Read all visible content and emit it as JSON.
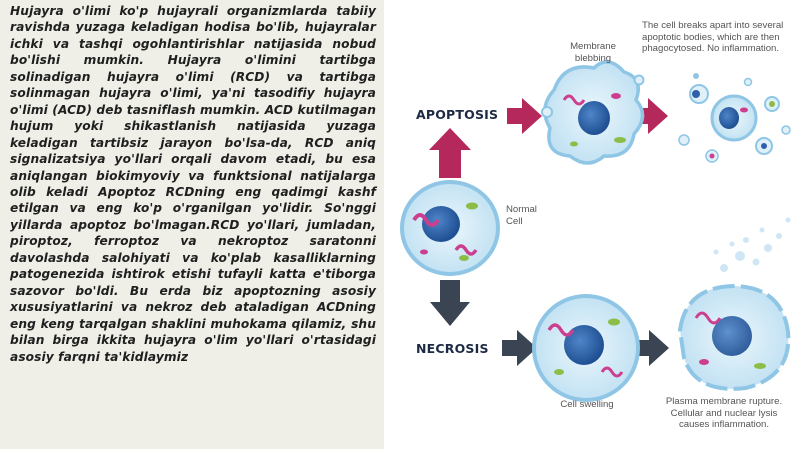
{
  "paragraph": {
    "text": "Hujayra o'limi ko'p hujayrali organizmlarda tabiiy ravishda yuzaga keladigan hodisa bo'lib, hujayralar ichki va tashqi ogohlantirishlar natijasida nobud bo'lishi mumkin. Hujayra o'limini tartibga solinadigan hujayra o'limi (RCD) va tartibga solinmagan hujayra o'limi, ya'ni tasodifiy hujayra o'limi (ACD) deb tasniflash mumkin. ACD kutilmagan hujum yoki shikastlanish natijasida yuzaga keladigan tartibsiz jarayon bo'lsa-da, RCD aniq signalizatsiya yo'llari orqali davom etadi, bu esa aniqlangan biokimyoviy va funktsional natijalarga olib keladi Apoptoz RCDning eng qadimgi kashf etilgan va eng ko'p o'rganilgan yo'lidir. So'nggi yillarda apoptoz bo'lmagan.RCD yo'llari, jumladan, piroptoz, ferroptoz va nekroptoz saratonni davolashda salohiyati va ko'plab kasalliklarning patogenezida ishtirok etishi tufayli katta e'tiborga sazovor bo'ldi. Bu erda biz apoptozning asosiy xususiyatlarini va nekroz deb ataladigan ACDning eng keng tarqalgan shaklini muhokama qilamiz, shu bilan birga ikkita hujayra o'lim yo'llari o'rtasidagi asosiy farqni ta'kidlaymiz"
  },
  "diagram": {
    "apoptosis_label": "APOPTOSIS",
    "necrosis_label": "NECROSIS",
    "membrane_blebbing_line1": "Membrane",
    "membrane_blebbing_line2": "blebbing",
    "normal_cell_line1": "Normal",
    "normal_cell_line2": "Cell",
    "apoptotic_bodies_line1": "The cell breaks apart into several",
    "apoptotic_bodies_line2": "apoptotic bodies, which are then",
    "apoptotic_bodies_line3": "phagocytosed. No inflammation.",
    "cell_swelling": "Cell swelling",
    "rupture_line1": "Plasma membrane rupture.",
    "rupture_line2": "Cellular and nuclear lysis",
    "rupture_line3": "causes inflammation.",
    "colors": {
      "apoptosis_arrow": "#b5285b",
      "necrosis_arrow": "#3a4452",
      "cell_membrane": "#8fc6e6",
      "cytoplasm": "#dff0f9",
      "nucleus": "#2f5fa8",
      "organelle_pink": "#cc3f8e",
      "organelle_green": "#8bbd47"
    }
  }
}
